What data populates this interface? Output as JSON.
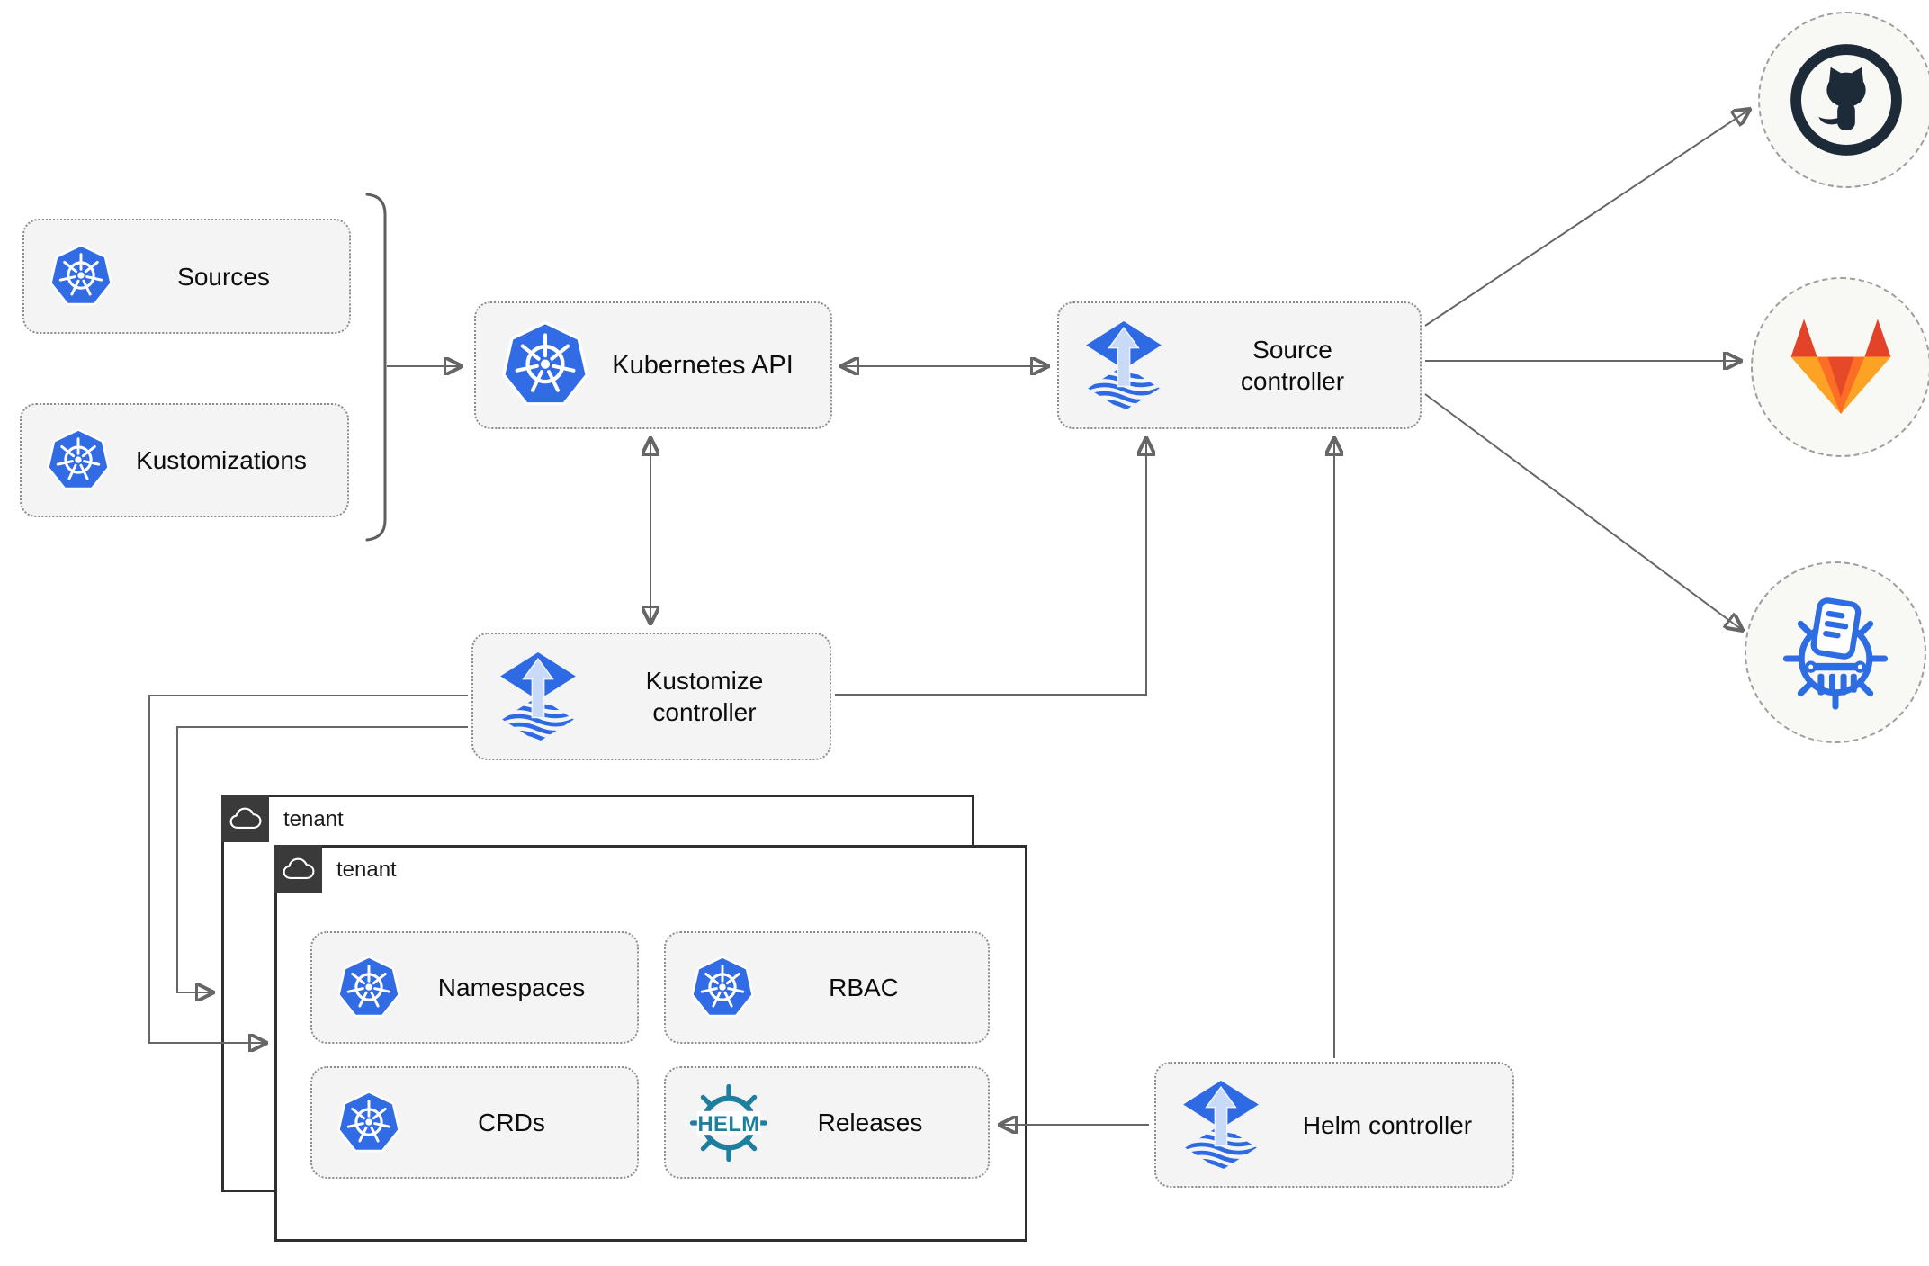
{
  "diagram": {
    "kind": "flux-gitops-architecture",
    "nodes": {
      "sources": {
        "label": "Sources",
        "icon": "kubernetes-icon"
      },
      "kustomizations": {
        "label": "Kustomizations",
        "icon": "kubernetes-icon"
      },
      "kubernetes_api": {
        "label": "Kubernetes API",
        "icon": "kubernetes-icon"
      },
      "source_controller": {
        "label": "Source controller",
        "icon": "flux-icon"
      },
      "kustomize_controller": {
        "label": "Kustomize controller",
        "icon": "flux-icon"
      },
      "helm_controller": {
        "label": "Helm controller",
        "icon": "flux-icon"
      },
      "namespaces": {
        "label": "Namespaces",
        "icon": "kubernetes-icon"
      },
      "rbac": {
        "label": "RBAC",
        "icon": "kubernetes-icon"
      },
      "crds": {
        "label": "CRDs",
        "icon": "kubernetes-icon"
      },
      "releases": {
        "label": "Releases",
        "icon": "helm-wheel-icon"
      }
    },
    "tenants": {
      "outer": {
        "label": "tenant",
        "icon": "cloud-icon"
      },
      "inner": {
        "label": "tenant",
        "icon": "cloud-icon"
      }
    },
    "externals": [
      {
        "name": "github",
        "icon": "github-icon"
      },
      {
        "name": "gitlab",
        "icon": "gitlab-icon"
      },
      {
        "name": "chartmuseum",
        "icon": "chartmuseum-icon"
      }
    ],
    "icons": {
      "helm_wheel_text": "HELM"
    },
    "edges": [
      {
        "from": "sources+kustomizations",
        "to": "kubernetes_api",
        "style": "arrow"
      },
      {
        "from": "kubernetes_api",
        "to": "source_controller",
        "style": "double-arrow"
      },
      {
        "from": "kubernetes_api",
        "to": "kustomize_controller",
        "style": "double-arrow"
      },
      {
        "from": "kustomize_controller",
        "to": "source_controller",
        "style": "arrow"
      },
      {
        "from": "helm_controller",
        "to": "source_controller",
        "style": "arrow"
      },
      {
        "from": "helm_controller",
        "to": "releases",
        "style": "arrow"
      },
      {
        "from": "kustomize_controller",
        "to": "tenant_inner",
        "style": "arrow"
      },
      {
        "from": "kustomize_controller",
        "to": "tenant_outer",
        "style": "arrow"
      },
      {
        "from": "source_controller",
        "to": "github",
        "style": "arrow"
      },
      {
        "from": "source_controller",
        "to": "gitlab",
        "style": "arrow"
      },
      {
        "from": "source_controller",
        "to": "chartmuseum",
        "style": "arrow"
      }
    ],
    "colors": {
      "kubernetes_blue": "#326ce5",
      "flux_blue": "#2d6ae3",
      "flux_arrow_light": "#c9d9f8",
      "github_dark": "#1d2b38",
      "gitlab_red": "#e24329",
      "gitlab_orange": "#fc6d26",
      "gitlab_amber": "#fca326",
      "helm_teal": "#1e7e9e",
      "chartmuseum_blue": "#2e6ce2",
      "line_gray": "#666666",
      "node_fill": "#f4f4f4",
      "tenant_header": "#3a3a3a"
    }
  }
}
